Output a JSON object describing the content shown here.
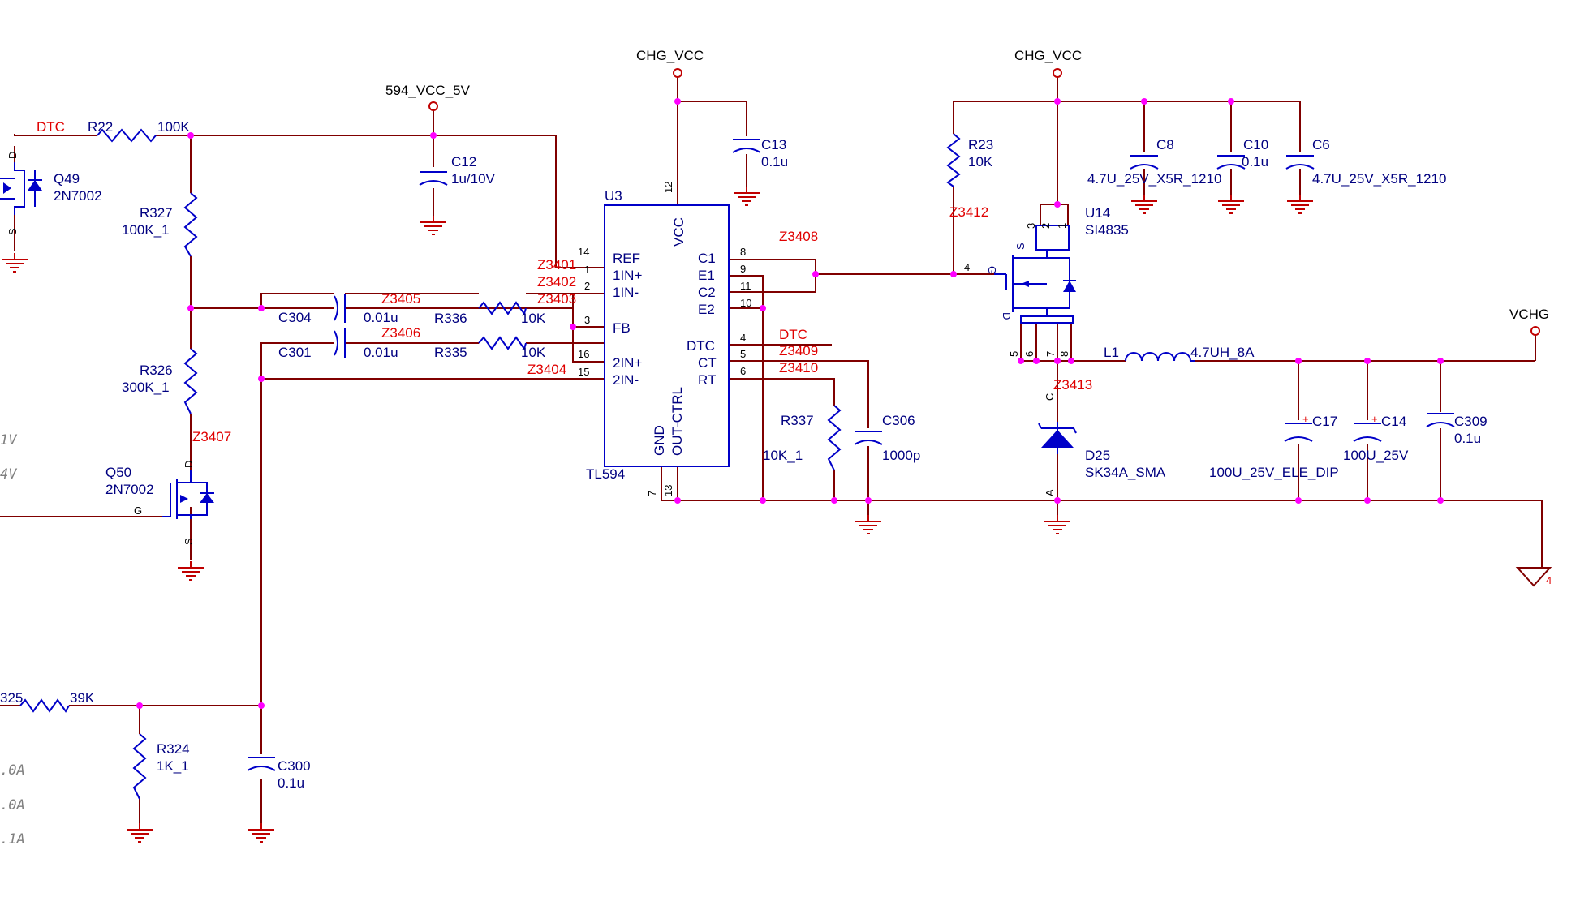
{
  "power_labels": {
    "vcc_5v": "594_VCC_5V",
    "chg_vcc_1": "CHG_VCC",
    "chg_vcc_2": "CHG_VCC",
    "vchg": "VCHG"
  },
  "nets": {
    "dtc_left": "DTC",
    "dtc_right": "DTC",
    "z3401": "Z3401",
    "z3402": "Z3402",
    "z3403": "Z3403",
    "z3404": "Z3404",
    "z3405": "Z3405",
    "z3406": "Z3406",
    "z3407": "Z3407",
    "z3408": "Z3408",
    "z3409": "Z3409",
    "z3410": "Z3410",
    "z3412": "Z3412",
    "z3413": "Z3413"
  },
  "components": {
    "r22": {
      "ref": "R22",
      "value": "100K"
    },
    "r327": {
      "ref": "R327",
      "value": "100K_1"
    },
    "r326": {
      "ref": "R326",
      "value": "300K_1"
    },
    "r336": {
      "ref": "R336",
      "value": "10K"
    },
    "r335": {
      "ref": "R335",
      "value": "10K"
    },
    "r337": {
      "ref": "R337",
      "value": "10K_1"
    },
    "r23": {
      "ref": "R23",
      "value": "10K"
    },
    "r324": {
      "ref": "R324",
      "value": "1K_1"
    },
    "r325": {
      "ref": "325",
      "value": "39K"
    },
    "c12": {
      "ref": "C12",
      "value": "1u/10V"
    },
    "c13": {
      "ref": "C13",
      "value": "0.1u"
    },
    "c304": {
      "ref": "C304",
      "value": "0.01u"
    },
    "c301": {
      "ref": "C301",
      "value": "0.01u"
    },
    "c306": {
      "ref": "C306",
      "value": "1000p"
    },
    "c300": {
      "ref": "C300",
      "value": "0.1u"
    },
    "c8": {
      "ref": "C8",
      "value": "4.7U_25V_X5R_1210"
    },
    "c10": {
      "ref": "C10",
      "value": "0.1u"
    },
    "c6": {
      "ref": "C6",
      "value": "4.7U_25V_X5R_1210"
    },
    "c17": {
      "ref": "C17",
      "value": "100U_25V_ELE_DIP"
    },
    "c14": {
      "ref": "C14",
      "value": "100U_25V"
    },
    "c309": {
      "ref": "C309",
      "value": "0.1u"
    },
    "q49": {
      "ref": "Q49",
      "value": "2N7002"
    },
    "q50": {
      "ref": "Q50",
      "value": "2N7002"
    },
    "u3": {
      "ref": "U3",
      "value": "TL594"
    },
    "u14": {
      "ref": "U14",
      "value": "SI4835"
    },
    "l1": {
      "ref": "L1",
      "value": "4.7UH_8A"
    },
    "d25": {
      "ref": "D25",
      "value": "SK34A_SMA"
    }
  },
  "u3_pins_left": [
    "REF",
    "1IN+",
    "1IN-",
    "FB",
    "2IN+",
    "2IN-"
  ],
  "u3_pins_right": [
    "C1",
    "E1",
    "C2",
    "E2",
    "DTC",
    "CT",
    "RT"
  ],
  "u3_pins_top": [
    "VCC"
  ],
  "u3_pins_bottom": [
    "GND",
    "OUT-CTRL"
  ],
  "pin_numbers": {
    "p14": "14",
    "p1": "1",
    "p2": "2",
    "p3": "3",
    "p16": "16",
    "p15": "15",
    "p8": "8",
    "p9": "9",
    "p11": "11",
    "p10": "10",
    "p4": "4",
    "p5": "5",
    "p6": "6",
    "p12": "12",
    "p7": "7",
    "p13": "13",
    "u14_2": "2",
    "u14_3": "3",
    "u14_1": "1",
    "u14_4": "4",
    "u14_5": "5",
    "u14_6": "6",
    "u14_7": "7",
    "u14_8": "8"
  },
  "pin_letters": {
    "d": "D",
    "s": "S",
    "g": "G",
    "c": "C",
    "a": "A",
    "plus": "+"
  },
  "left_cutoff_texts": [
    "1V",
    "4V",
    ".0A",
    ".0A",
    ".1A"
  ],
  "offpage_port": "4"
}
